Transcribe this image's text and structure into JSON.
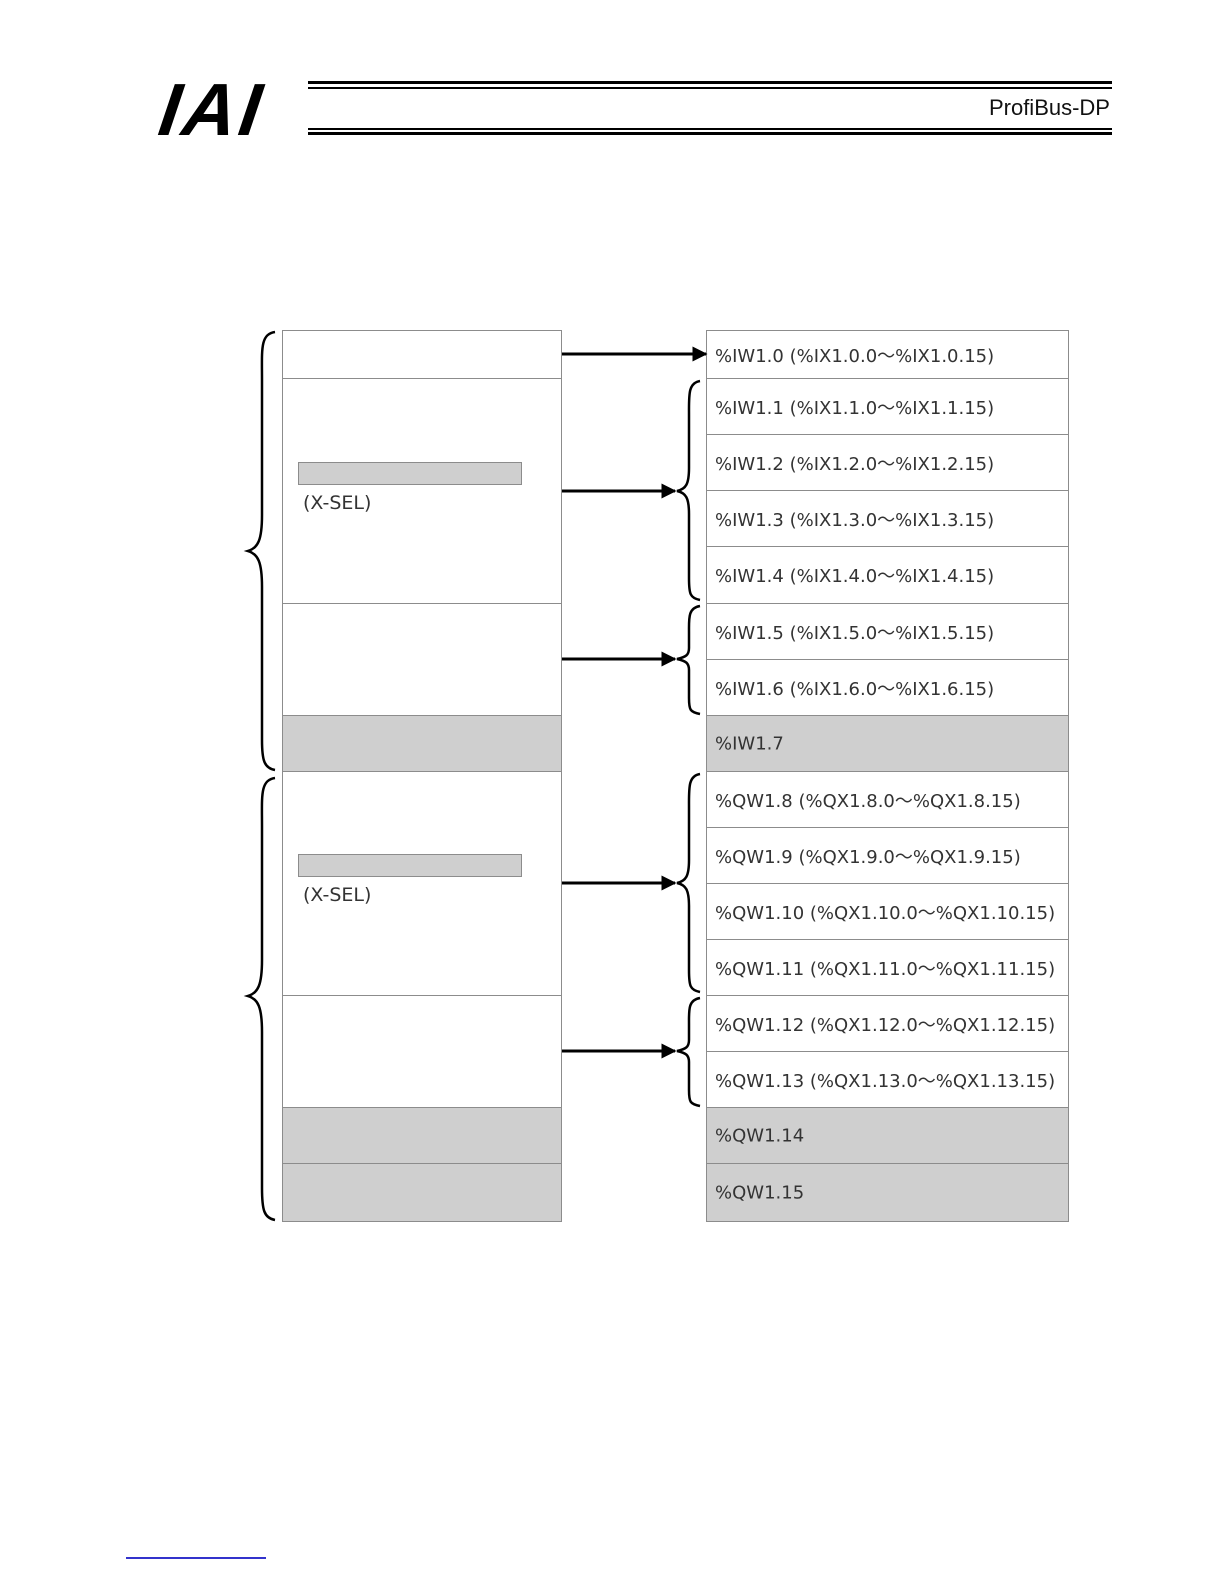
{
  "header": {
    "logo_text": "IAI",
    "title": "ProfiBus-DP"
  },
  "left_labels": {
    "input_bar_caption": "(X-SEL)",
    "output_bar_caption": "(X-SEL)"
  },
  "registers": [
    {
      "id": "r0",
      "address": "%IW1.0",
      "bits": "(%IX1.0.0～%IX1.0.15)"
    },
    {
      "id": "r1",
      "address": "%IW1.1",
      "bits": "(%IX1.1.0～%IX1.1.15)"
    },
    {
      "id": "r2",
      "address": "%IW1.2",
      "bits": "(%IX1.2.0～%IX1.2.15)"
    },
    {
      "id": "r3",
      "address": "%IW1.3",
      "bits": "(%IX1.3.0～%IX1.3.15)"
    },
    {
      "id": "r4",
      "address": "%IW1.4",
      "bits": "(%IX1.4.0～%IX1.4.15)"
    },
    {
      "id": "r5",
      "address": "%IW1.5",
      "bits": "(%IX1.5.0～%IX1.5.15)"
    },
    {
      "id": "r6",
      "address": "%IW1.6",
      "bits": "(%IX1.6.0～%IX1.6.15)"
    },
    {
      "id": "r7",
      "address": "%IW1.7",
      "bits": ""
    },
    {
      "id": "r8",
      "address": "%QW1.8",
      "bits": "(%QX1.8.0～%QX1.8.15)"
    },
    {
      "id": "r9",
      "address": "%QW1.9",
      "bits": "(%QX1.9.0～%QX1.9.15)"
    },
    {
      "id": "r10",
      "address": "%QW1.10",
      "bits": "(%QX1.10.0～%QX1.10.15)"
    },
    {
      "id": "r11",
      "address": "%QW1.11",
      "bits": "(%QX1.11.0～%QX1.11.15)"
    },
    {
      "id": "r12",
      "address": "%QW1.12",
      "bits": "(%QX1.12.0～%QX1.12.15)"
    },
    {
      "id": "r13",
      "address": "%QW1.13",
      "bits": "(%QX1.13.0～%QX1.13.15)"
    },
    {
      "id": "r14",
      "address": "%QW1.14",
      "bits": ""
    },
    {
      "id": "r15",
      "address": "%QW1.15",
      "bits": ""
    }
  ]
}
